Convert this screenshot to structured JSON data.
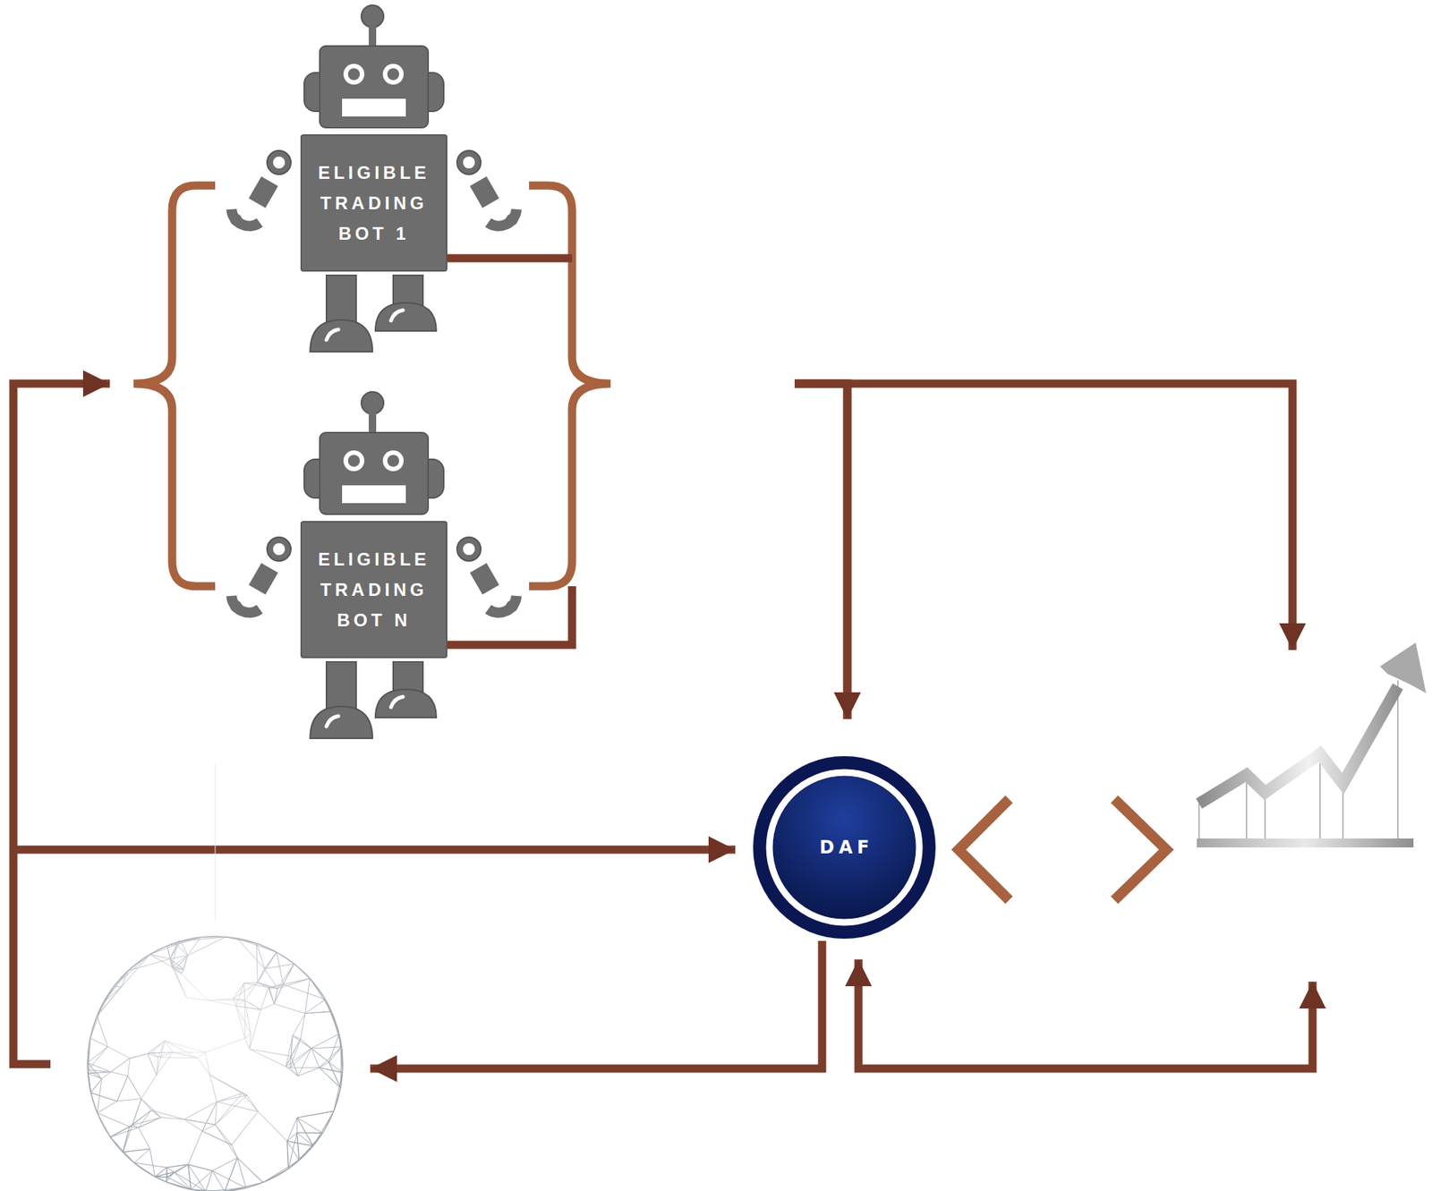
{
  "diagram": {
    "nodes": [
      {
        "text": [
          "ELIGIBLE TRADING BOT 1"
        ]
      },
      {
        "text": [
          "ELIGIBLE TRADING BOT N"
        ]
      },
      {
        "text": [
          "DAF"
        ]
      }
    ],
    "edges": [
      {
        "from": 0,
        "to": 2,
        "arrow": "to"
      },
      {
        "from": 1,
        "to": 2,
        "arrow": "to"
      }
    ]
  }
}
